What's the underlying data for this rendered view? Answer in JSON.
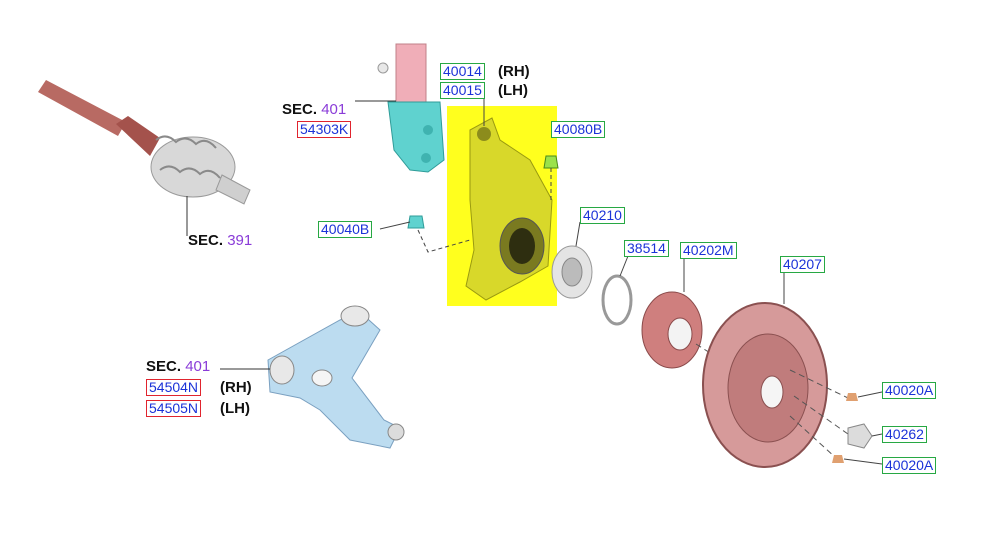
{
  "colors": {
    "highlight": "#ffff1e",
    "callout_text": "#1a32d8",
    "callout_green_border": "#27a843",
    "callout_red_border": "#e0242e",
    "section_number": "#8a3cd8",
    "drive_shaft": "#b86a63",
    "strut": "#f0aeb8",
    "strut_bracket": "#5fd2cf",
    "lower_arm": "#bcdcf0",
    "hub": "#cf7f7e",
    "disc": "#d69a9a"
  },
  "sections": {
    "drive_shaft": {
      "prefix": "SEC.",
      "number": "391"
    },
    "strut": {
      "prefix": "SEC.",
      "number": "401"
    },
    "lower_arm": {
      "prefix": "SEC.",
      "number": "401"
    }
  },
  "callouts": {
    "c40014": {
      "code": "40014",
      "side": "(RH)"
    },
    "c40015": {
      "code": "40015",
      "side": "(LH)"
    },
    "c40080B": {
      "code": "40080B"
    },
    "c54303K": {
      "code": "54303K"
    },
    "c40040B": {
      "code": "40040B"
    },
    "c40210": {
      "code": "40210"
    },
    "c38514": {
      "code": "38514"
    },
    "c40202M": {
      "code": "40202M"
    },
    "c40207": {
      "code": "40207"
    },
    "c54504N": {
      "code": "54504N",
      "side": "(RH)"
    },
    "c54505N": {
      "code": "54505N",
      "side": "(LH)"
    },
    "c40020A_top": {
      "code": "40020A"
    },
    "c40262": {
      "code": "40262"
    },
    "c40020A_bottom": {
      "code": "40020A"
    }
  }
}
